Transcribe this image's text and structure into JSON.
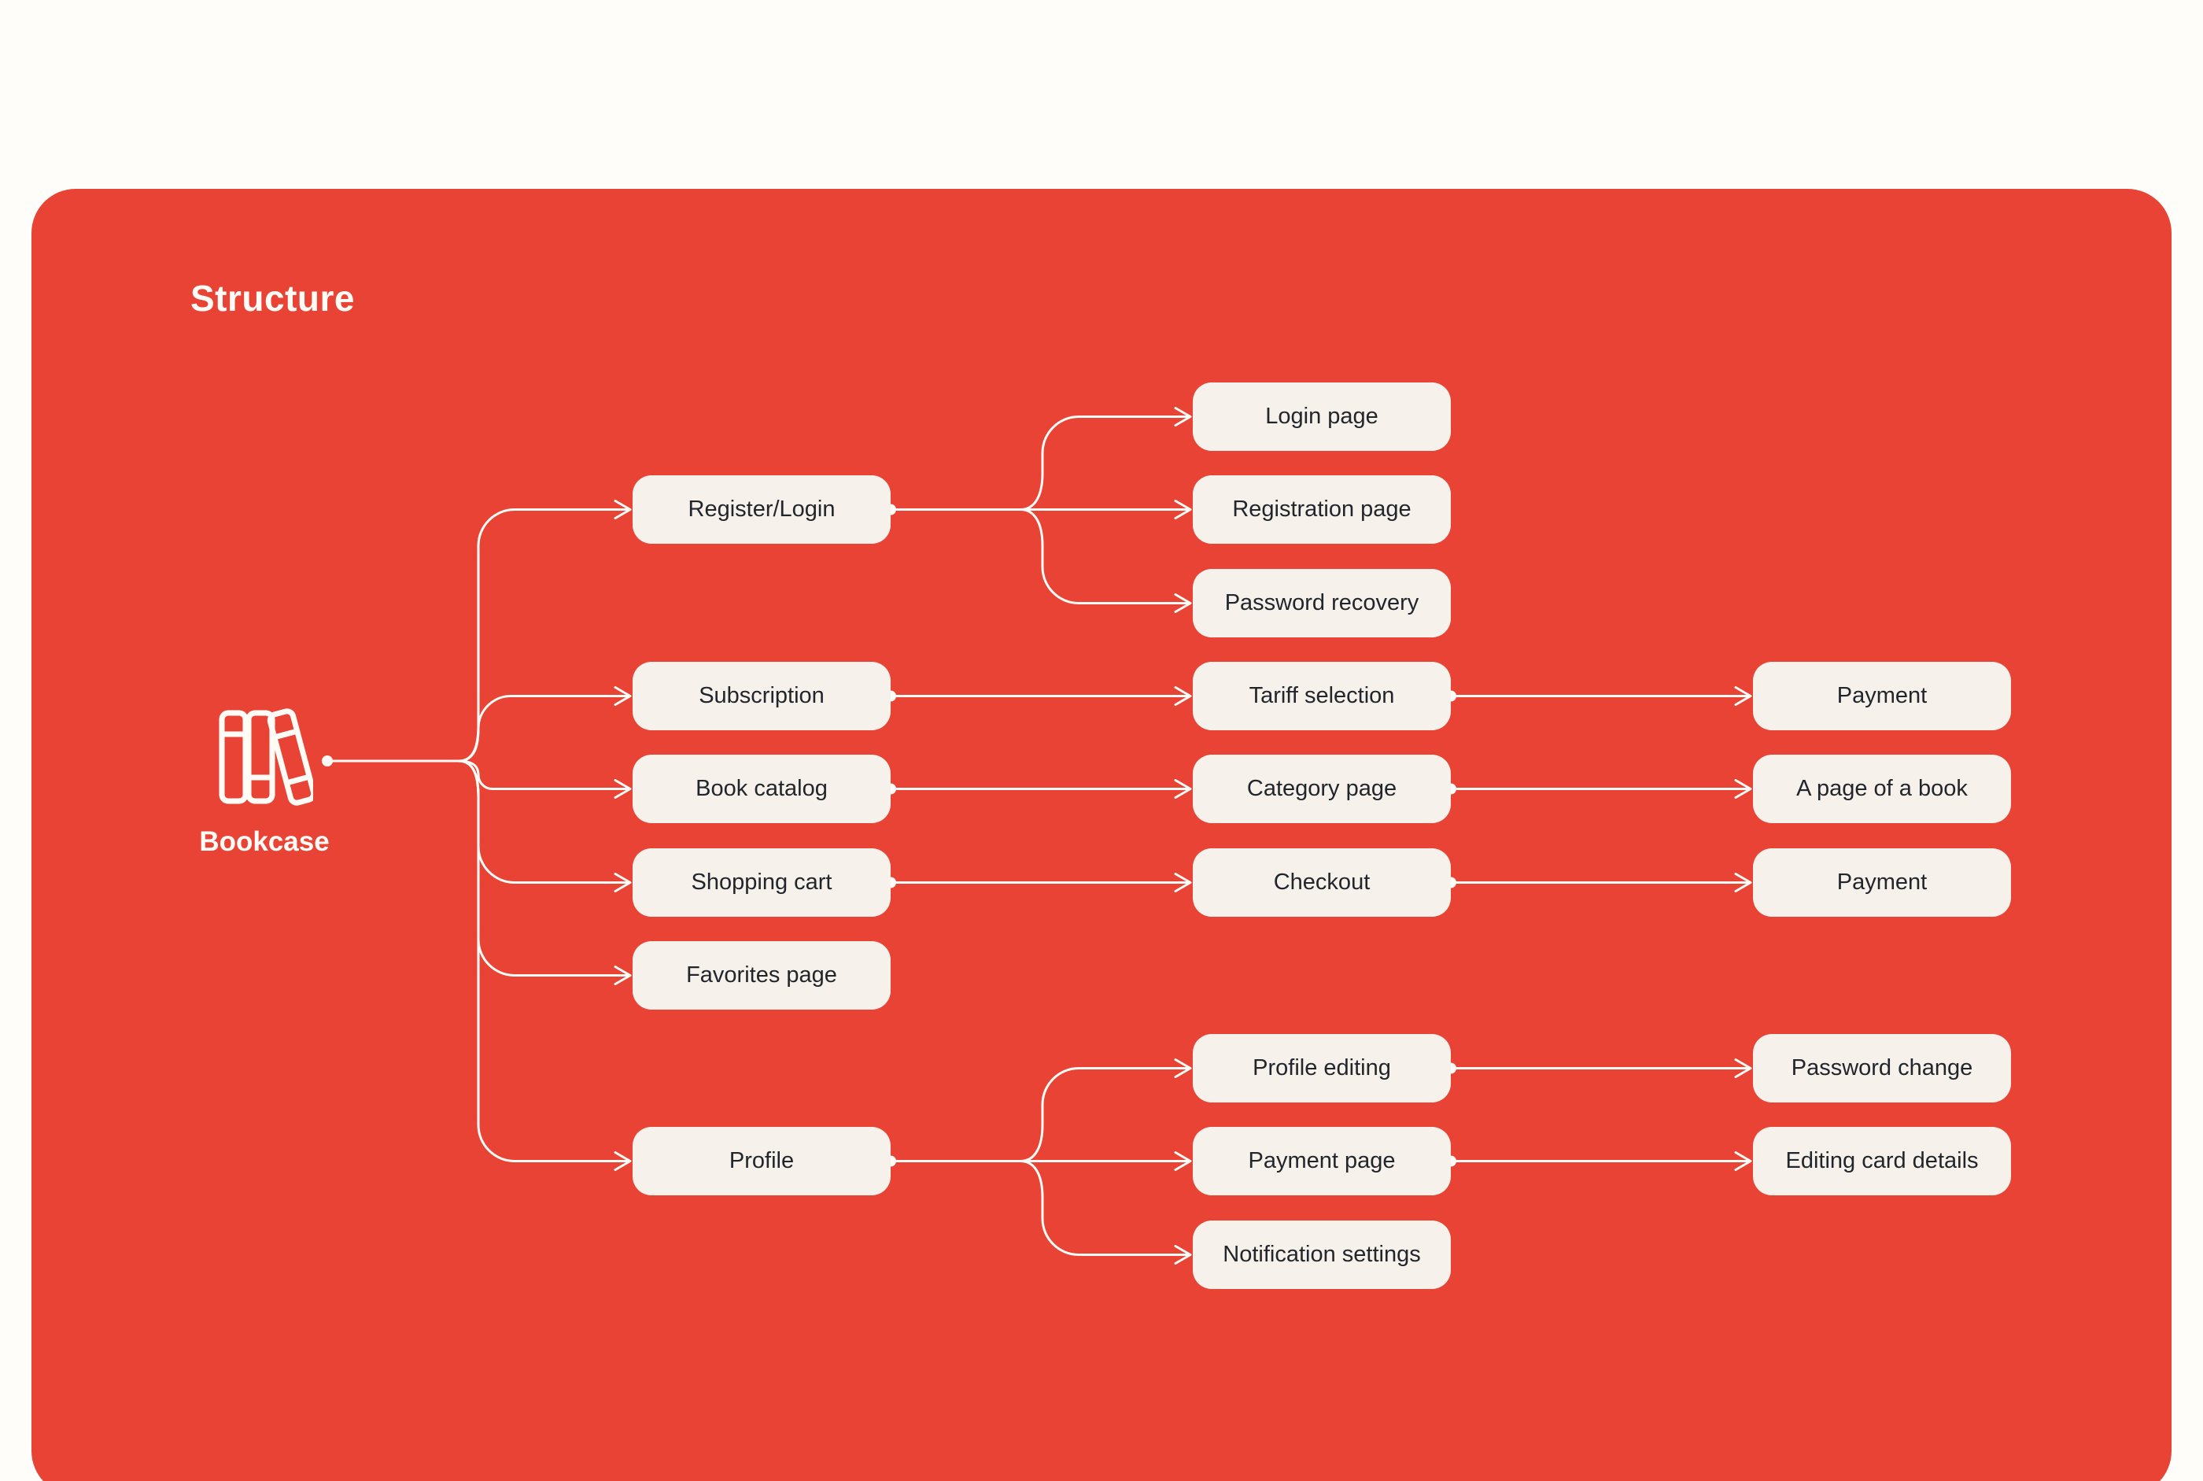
{
  "page": {
    "title": "Structure"
  },
  "colors": {
    "page_background": "#FFFDF9",
    "card_background": "#E84335",
    "node_background": "#F6F2EB",
    "node_text": "#22252B",
    "line_and_title": "#FFFCF7"
  },
  "nodes": {
    "root": {
      "label": "Bookcase",
      "icon": "books-icon"
    },
    "register_login": {
      "label": "Register/Login"
    },
    "login_page": {
      "label": "Login page"
    },
    "registration_page": {
      "label": "Registration page"
    },
    "password_recovery": {
      "label": "Password recovery"
    },
    "subscription": {
      "label": "Subscription"
    },
    "tariff_selection": {
      "label": "Tariff selection"
    },
    "payment_after_tariff": {
      "label": "Payment"
    },
    "book_catalog": {
      "label": "Book catalog"
    },
    "category_page": {
      "label": "Category page"
    },
    "a_page_of_a_book": {
      "label": "A page of a book"
    },
    "shopping_cart": {
      "label": "Shopping cart"
    },
    "checkout": {
      "label": "Checkout"
    },
    "payment_after_checkout": {
      "label": "Payment"
    },
    "favorites_page": {
      "label": "Favorites page"
    },
    "profile": {
      "label": "Profile"
    },
    "profile_editing": {
      "label": "Profile editing"
    },
    "password_change": {
      "label": "Password change"
    },
    "payment_page": {
      "label": "Payment page"
    },
    "editing_card_details": {
      "label": "Editing card details"
    },
    "notification_settings": {
      "label": "Notification settings"
    }
  },
  "edges": [
    {
      "from": "root",
      "to": "register_login"
    },
    {
      "from": "root",
      "to": "subscription"
    },
    {
      "from": "root",
      "to": "book_catalog"
    },
    {
      "from": "root",
      "to": "shopping_cart"
    },
    {
      "from": "root",
      "to": "favorites_page"
    },
    {
      "from": "root",
      "to": "profile"
    },
    {
      "from": "register_login",
      "to": "login_page"
    },
    {
      "from": "register_login",
      "to": "registration_page"
    },
    {
      "from": "register_login",
      "to": "password_recovery"
    },
    {
      "from": "subscription",
      "to": "tariff_selection"
    },
    {
      "from": "tariff_selection",
      "to": "payment_after_tariff"
    },
    {
      "from": "book_catalog",
      "to": "category_page"
    },
    {
      "from": "category_page",
      "to": "a_page_of_a_book"
    },
    {
      "from": "shopping_cart",
      "to": "checkout"
    },
    {
      "from": "checkout",
      "to": "payment_after_checkout"
    },
    {
      "from": "profile",
      "to": "profile_editing"
    },
    {
      "from": "profile",
      "to": "payment_page"
    },
    {
      "from": "profile",
      "to": "notification_settings"
    },
    {
      "from": "profile_editing",
      "to": "password_change"
    },
    {
      "from": "payment_page",
      "to": "editing_card_details"
    }
  ]
}
